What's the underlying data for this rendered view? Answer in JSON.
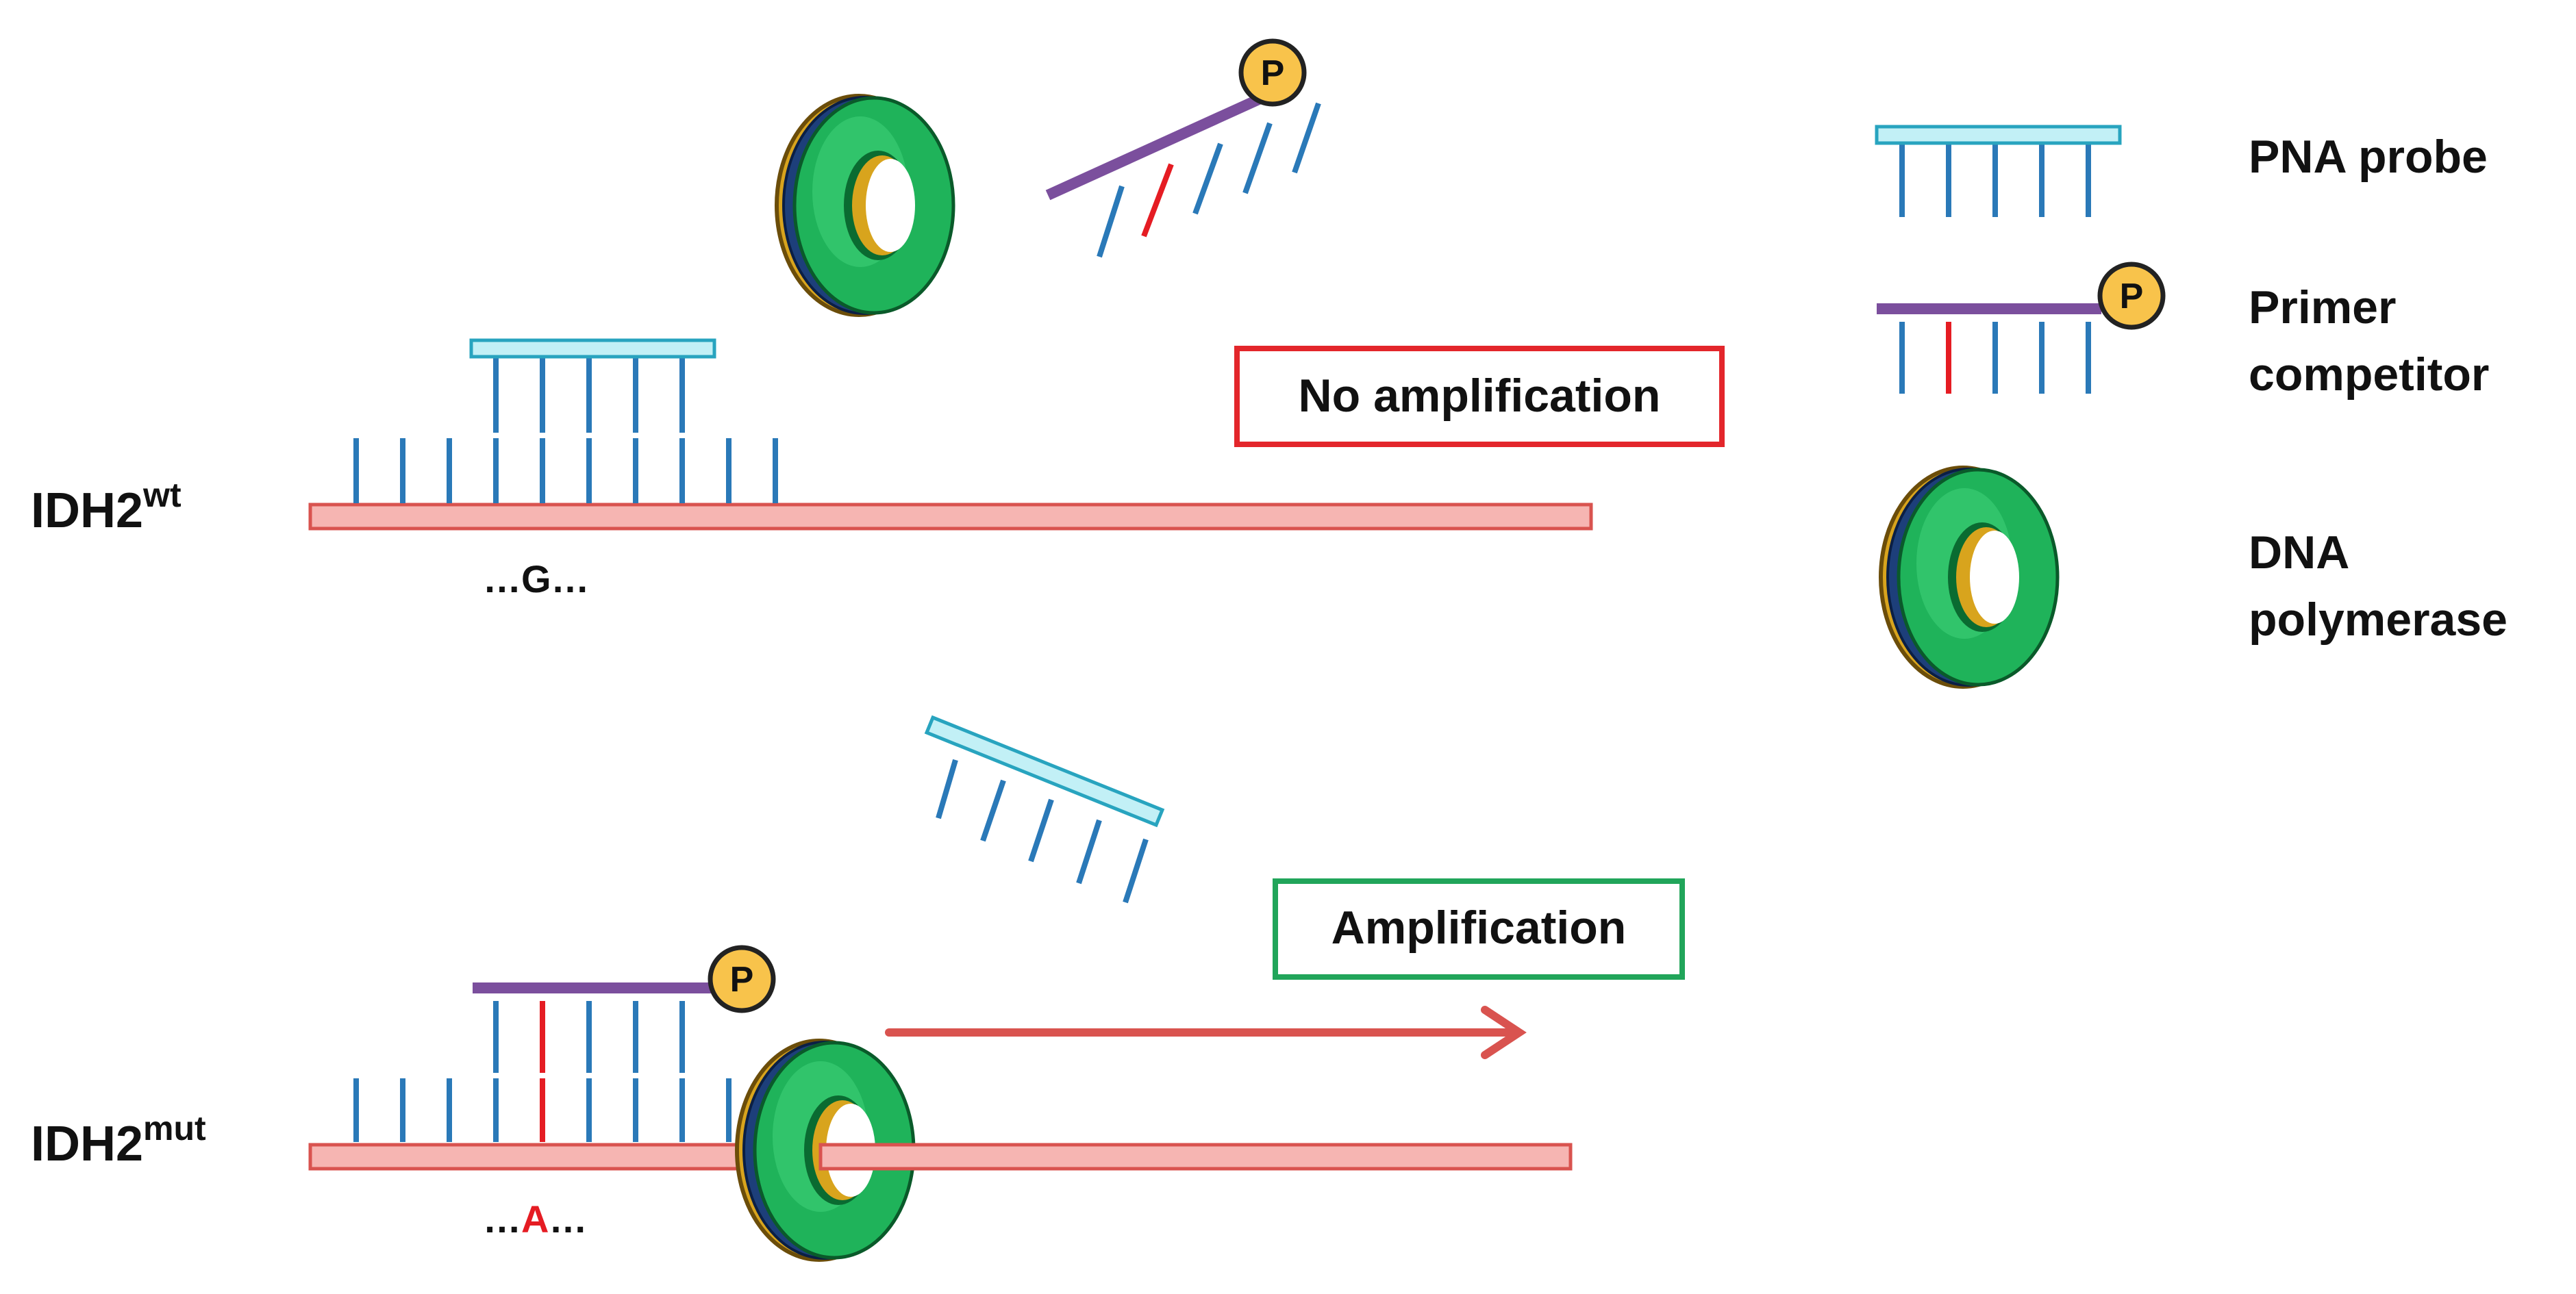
{
  "labels": {
    "wt_base": "IDH2",
    "wt_sup": "wt",
    "mut_base": "IDH2",
    "mut_sup": "mut",
    "wt_seq": "…G…",
    "mut_seq_pre": "…",
    "mut_seq_base": "A",
    "mut_seq_post": "…",
    "no_amplification": "No amplification",
    "amplification": "Amplification",
    "phosphate": "P"
  },
  "legend": {
    "pna_probe": "PNA probe",
    "primer_line1": "Primer",
    "primer_line2": "competitor",
    "polymerase_line1": "DNA",
    "polymerase_line2": "polymerase"
  },
  "colors": {
    "strand_fill": "#f6b5b2",
    "strand_stroke": "#d9534f",
    "tick": "#2a79b8",
    "mismatch_tick": "#e51c23",
    "pna_fill": "#c2f0f6",
    "pna_stroke": "#28a4bf",
    "primer": "#7b4f9d",
    "phosphate_fill": "#f8c34b",
    "no_amp_border": "#e3262b",
    "amp_border": "#21a55a",
    "arrow": "#d9534f",
    "polymerase_green": "#1fb35a",
    "polymerase_gold": "#d8a41d",
    "polymerase_blue": "#1d3f7a"
  }
}
